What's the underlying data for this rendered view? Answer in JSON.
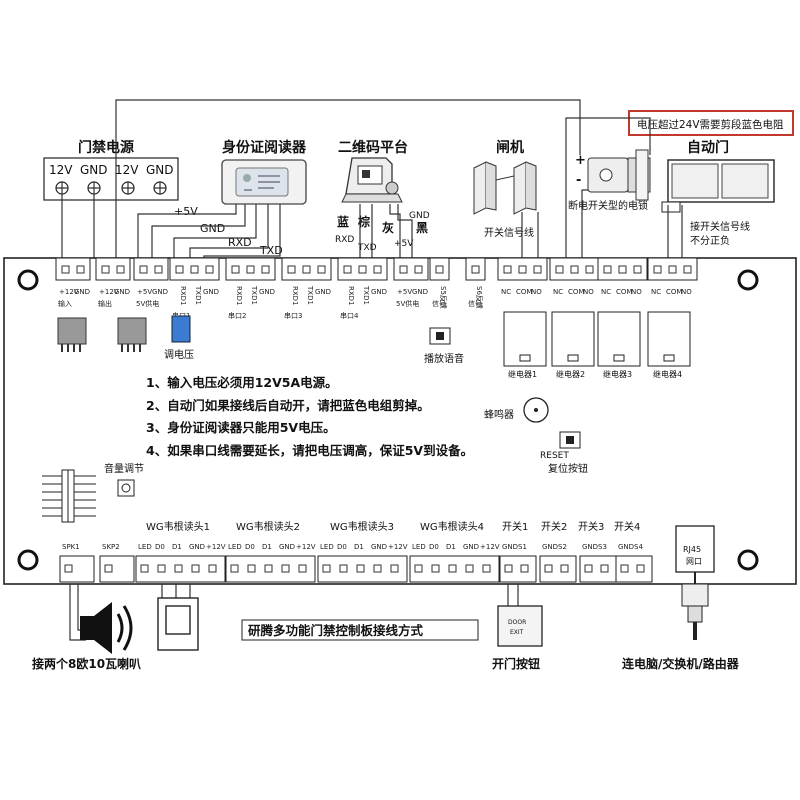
{
  "header": {
    "warning": "电压超过24V需要剪段蓝色电阻"
  },
  "power": {
    "title": "门禁电源",
    "terminals": [
      "12V",
      "GND",
      "12V",
      "GND"
    ]
  },
  "id_reader": {
    "title": "身份证阅读器"
  },
  "qr": {
    "title": "二维码平台",
    "wire_blue": "蓝",
    "wire_brown": "棕",
    "wire_gray": "灰",
    "wire_black": "黑",
    "pin_gnd": "GND",
    "pin_5v": "+5V",
    "pin_rxd": "RXD",
    "pin_txd": "TXD"
  },
  "wires": {
    "plus5v": "+5V",
    "gnd": "GND",
    "rxd": "RXD",
    "txd": "TXD"
  },
  "gate": {
    "title": "闸机",
    "signal": "开关信号线"
  },
  "lock": {
    "plus": "+",
    "minus": "-",
    "caption": "断电开关型的电锁"
  },
  "auto_door": {
    "title": "自动门",
    "note1": "接开关信号线",
    "note2": "不分正负"
  },
  "board": {
    "top_groups": [
      {
        "pins": [
          "+12V",
          "GND"
        ],
        "label": "输入"
      },
      {
        "pins": [
          "+12V",
          "GND"
        ],
        "label": "输出"
      },
      {
        "pins": [
          "+5V",
          "GND"
        ],
        "label": "5V供电"
      },
      {
        "pins": [
          "RXD1",
          "TXD1",
          "GND"
        ],
        "label": "串口1"
      },
      {
        "pins": [
          "RXD1",
          "TXD1",
          "GND"
        ],
        "label": "串口2"
      },
      {
        "pins": [
          "RXD1",
          "TXD1",
          "GND"
        ],
        "label": "串口3"
      },
      {
        "pins": [
          "RXD1",
          "TXD1",
          "GND"
        ],
        "label": "串口4"
      },
      {
        "pins": [
          "+5V",
          "GND"
        ],
        "label": "5V供电"
      },
      {
        "pins": [
          "S5反馈"
        ],
        "label": "信号"
      },
      {
        "pins": [
          "S6反馈"
        ],
        "label": "信号"
      },
      {
        "pins": [
          "NC",
          "COM",
          "NO"
        ],
        "label": ""
      },
      {
        "pins": [
          "NC",
          "COM",
          "NO"
        ],
        "label": ""
      },
      {
        "pins": [
          "NC",
          "COM",
          "NO"
        ],
        "label": ""
      },
      {
        "pins": [
          "NC",
          "COM",
          "NO"
        ],
        "label": ""
      }
    ],
    "adjust_voltage": "调电压",
    "play_voice": "播放语音",
    "relays": [
      "继电器1",
      "继电器2",
      "继电器3",
      "继电器4"
    ],
    "notes": [
      "1、输入电压必须用12V5A电源。",
      "2、自动门如果接线后自动开，请把蓝色电组剪掉。",
      "3、身份证阅读器只能用5V电压。",
      "4、如果串口线需要延长，请把电压调高，保证5V到设备。"
    ],
    "buzzer": "蜂鸣器",
    "reset": "RESET",
    "reset_label": "复位按钮",
    "volume": "音量调节",
    "wg_labels": [
      "WG韦根读头1",
      "WG韦根读头2",
      "WG韦根读头3",
      "WG韦根读头4"
    ],
    "switch_labels": [
      "开关1",
      "开关2",
      "开关3",
      "开关4"
    ],
    "bottom_pins": {
      "spk1": "SPK1",
      "spk2": "SKP2",
      "wg": [
        "LED",
        "D0",
        "D1",
        "GND",
        "+12V"
      ],
      "sw": [
        [
          "GND",
          "S1"
        ],
        [
          "GND",
          "S2"
        ],
        [
          "GND",
          "S3"
        ],
        [
          "GND",
          "S4"
        ]
      ]
    },
    "rj45": "RJ45",
    "rj45_sub": "网口"
  },
  "bottom": {
    "title": "研腾多功能门禁控制板接线方式",
    "speaker": "接两个8欧10瓦喇叭",
    "exit_button": "开门按钮",
    "exit_door": "DOOR",
    "exit_text": "EXIT",
    "network": "连电脑/交换机/路由器"
  }
}
